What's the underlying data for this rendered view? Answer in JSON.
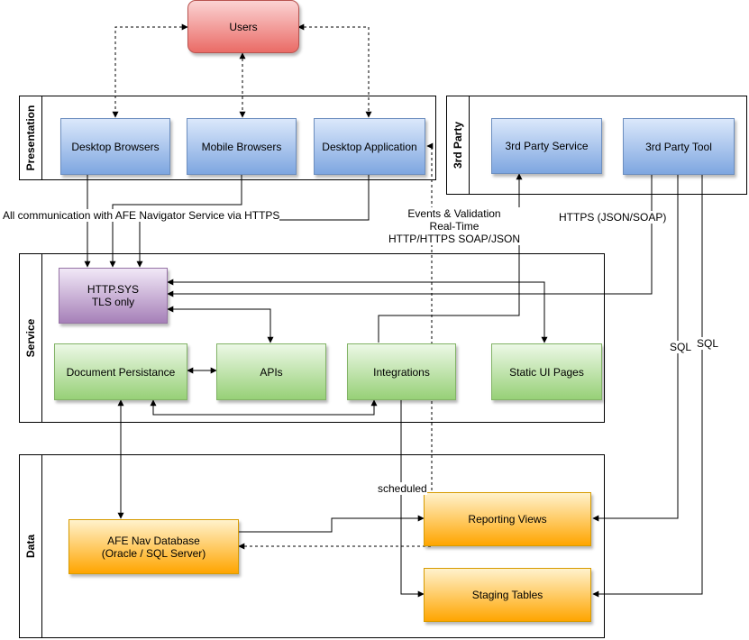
{
  "pools": {
    "presentation": "Presentation",
    "third_party": "3rd Party",
    "service": "Service",
    "data": "Data"
  },
  "nodes": {
    "users": "Users",
    "desktop_browsers": "Desktop Browsers",
    "mobile_browsers": "Mobile Browsers",
    "desktop_application": "Desktop Application",
    "third_party_service": "3rd Party Service",
    "third_party_tool": "3rd Party Tool",
    "http_sys": "HTTP.SYS\nTLS only",
    "document_persistance": "Document Persistance",
    "apis": "APIs",
    "integrations": "Integrations",
    "static_ui_pages": "Static UI Pages",
    "afe_nav_database": "AFE Nav Database\n(Oracle / SQL Server)",
    "reporting_views": "Reporting Views",
    "staging_tables": "Staging Tables"
  },
  "labels": {
    "https_note": "All communication with AFE Navigator Service via HTTPS",
    "events_validation": "Events & Validation\nReal-Time\nHTTP/HTTPS SOAP/JSON",
    "https_json_soap": "HTTPS (JSON/SOAP)",
    "sql_1": "SQL",
    "sql_2": "SQL",
    "scheduled": "scheduled"
  },
  "colors": {
    "blue": "#7ea6e0",
    "red": "#ea6b66",
    "purple": "#a680b8",
    "green": "#97d077",
    "orange": "#ffa500"
  }
}
